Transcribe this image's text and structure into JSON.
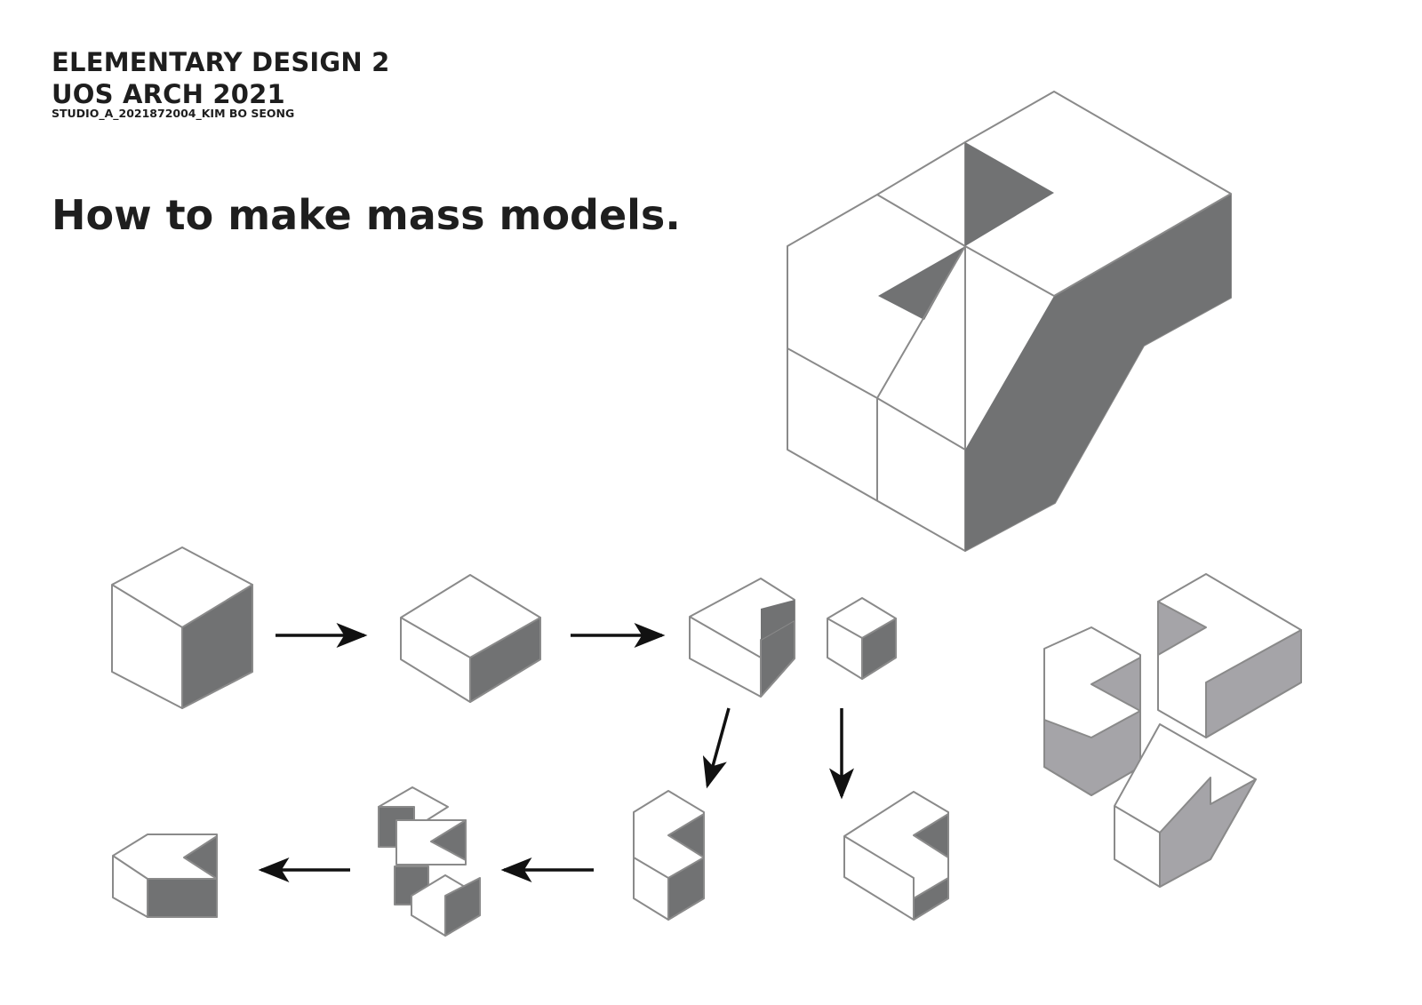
{
  "header": {
    "course": "ELEMENTARY DESIGN 2",
    "school": "UOS ARCH 2021",
    "studio": "STUDIO_A_2021872004_KIM BO SEONG"
  },
  "title": "How to make mass models.",
  "colors": {
    "text": "#1e1e1e",
    "dark_shade": "#717273",
    "light_shade": "#a5a4a8",
    "outline": "#8a8a8a",
    "arrow": "#111111"
  },
  "diagram": {
    "steps": [
      "cube",
      "flattened-block",
      "notched-block",
      "small-cube",
      "stacked-notch",
      "notched-slab",
      "split-pieces",
      "final-assembly"
    ]
  }
}
